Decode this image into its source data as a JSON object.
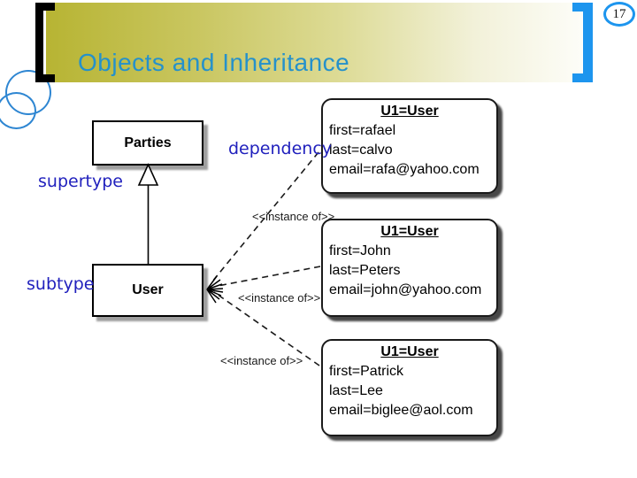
{
  "page": {
    "number": "17"
  },
  "header": {
    "title": "Objects and Inheritance"
  },
  "diagram": {
    "labels": {
      "supertype": "supertype",
      "subtype": "subtype",
      "dependency": "dependency",
      "instance_of": "<<instance of>>"
    },
    "class_boxes": [
      {
        "name": "Parties",
        "role": "supertype"
      },
      {
        "name": "User",
        "role": "subtype"
      }
    ],
    "object_boxes": [
      {
        "title": "U1=User",
        "attributes": [
          "first=rafael",
          "last=calvo",
          "email=rafa@yahoo.com"
        ]
      },
      {
        "title": "U1=User",
        "attributes": [
          "first=John",
          "last=Peters",
          "email=john@yahoo.com"
        ]
      },
      {
        "title": "U1=User",
        "attributes": [
          "first=Patrick",
          "last=Lee",
          "email=biglee@aol.com"
        ]
      }
    ],
    "colors": {
      "accent_blue": "#1d95ee",
      "title_blue": "#2591cb",
      "label_blue": "#2121bd",
      "header_gradient_start": "#b7b433",
      "header_gradient_end": "#fdfdf8"
    }
  }
}
